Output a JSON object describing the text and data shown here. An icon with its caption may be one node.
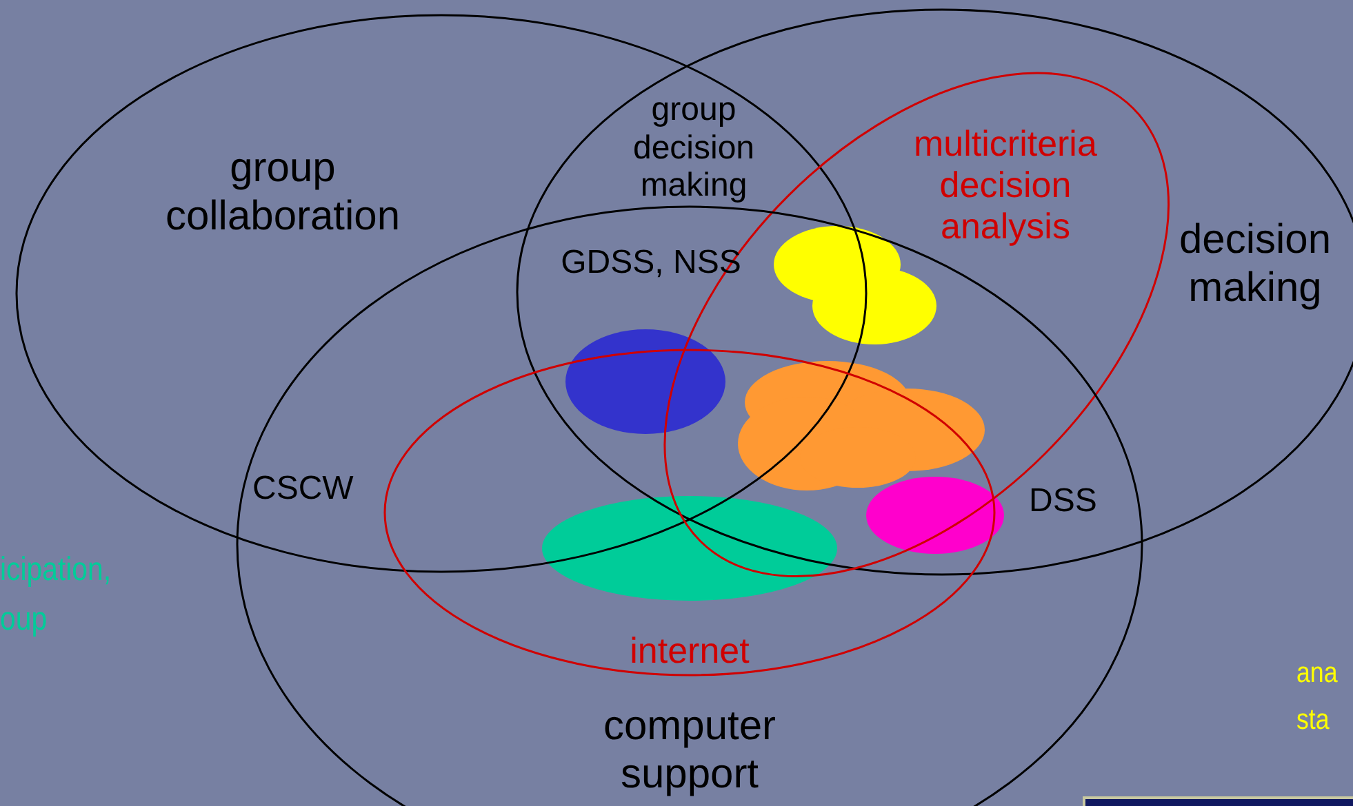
{
  "diagram": {
    "nodes": [
      {
        "text": [
          "group collaboration"
        ]
      },
      {
        "text": [
          "decision making"
        ]
      },
      {
        "text": [
          "computer support"
        ]
      },
      {
        "text": [
          "multicriteria decision analysis"
        ],
        "in": 1
      },
      {
        "text": [
          "internet"
        ],
        "in": 2
      },
      {
        "text": [],
        "shape": "cloud"
      },
      {
        "text": [],
        "shape": "circle"
      },
      {
        "text": [],
        "shape": "cloud"
      },
      {
        "text": [],
        "shape": "circle"
      },
      {
        "text": [],
        "shape": "circle",
        "in": 4
      }
    ],
    "edges": [],
    "labels": [
      "group decision making",
      "GDSS, NSS",
      "CSCW",
      "DSS",
      "icipation, oup",
      "ana sta"
    ]
  }
}
